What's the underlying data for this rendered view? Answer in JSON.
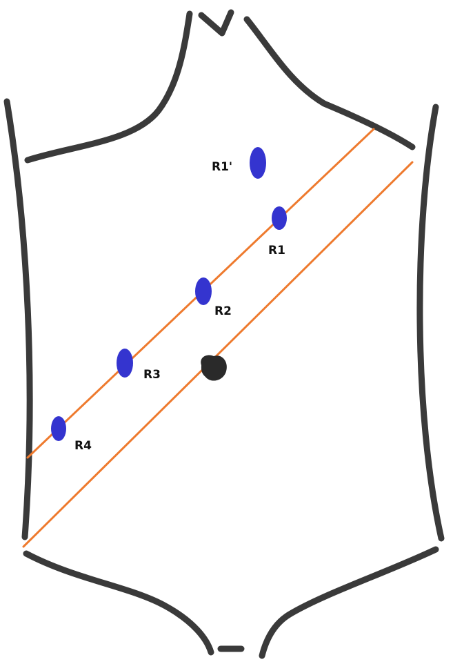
{
  "colors": {
    "outline": "#3a3a3a",
    "guide_line": "#ee7a2e",
    "port": "#3434cf",
    "umbilicus": "#2a2a2a",
    "label": "#111111",
    "background": "#ffffff"
  },
  "ports": [
    {
      "id": "r1-prime",
      "label": "R1'"
    },
    {
      "id": "r1",
      "label": "R1"
    },
    {
      "id": "r2",
      "label": "R2"
    },
    {
      "id": "r3",
      "label": "R3"
    },
    {
      "id": "r4",
      "label": "R4"
    }
  ],
  "landmarks": {
    "umbilicus_icon": "umbilicus-icon",
    "torso_icon": "torso-outline-icon"
  }
}
